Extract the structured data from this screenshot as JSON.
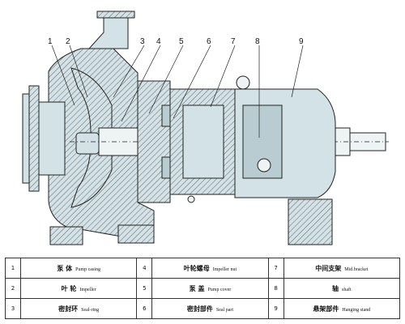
{
  "callouts": [
    "1",
    "2",
    "3",
    "4",
    "5",
    "6",
    "7",
    "8",
    "9"
  ],
  "parts": [
    {
      "no": "1",
      "zh": "泵 体",
      "en": "Pump casing"
    },
    {
      "no": "2",
      "zh": "叶 轮",
      "en": "Impeller"
    },
    {
      "no": "3",
      "zh": "密封环",
      "en": "Seal-ring"
    },
    {
      "no": "4",
      "zh": "叶轮螺母",
      "en": "Impeller nut"
    },
    {
      "no": "5",
      "zh": "泵 盖",
      "en": "Pump cover"
    },
    {
      "no": "6",
      "zh": "密封部件",
      "en": "Seal part"
    },
    {
      "no": "7",
      "zh": "中间支架",
      "en": "Mid.bracket"
    },
    {
      "no": "8",
      "zh": "轴",
      "en": "shaft"
    },
    {
      "no": "9",
      "zh": "悬架部件",
      "en": "Hanging stand"
    }
  ],
  "colors": {
    "line": "#222222",
    "fill": "#d3e2e6",
    "shade": "#b9ccd2",
    "hatch": "#444444"
  }
}
